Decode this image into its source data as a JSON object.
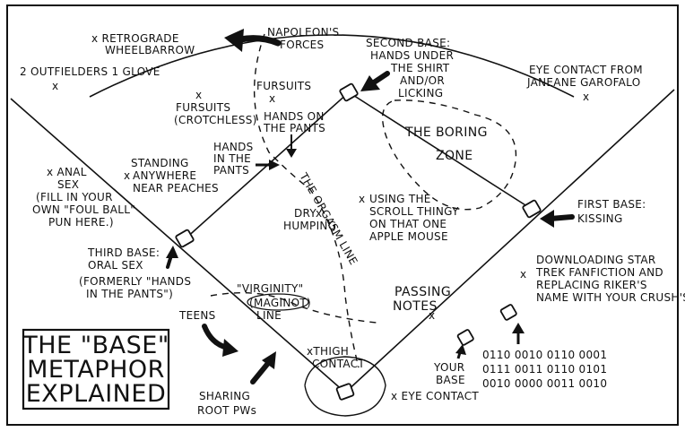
{
  "title": {
    "lines": [
      "THE \"BASE\"",
      "METAPHOR",
      "EXPLAINED"
    ]
  },
  "labels": {
    "retrograde": [
      "x RETROGRADE",
      "WHEELBARROW"
    ],
    "napoleon": [
      "NAPOLEON'S",
      "FORCES"
    ],
    "second_base": [
      "SECOND BASE:",
      "HANDS UNDER",
      "THE SHIRT",
      "AND/OR",
      "LICKING"
    ],
    "eye_contact_janeane": [
      "EYE CONTACT FROM",
      "JANEANE GAROFALO"
    ],
    "outfielders": "2 OUTFIELDERS 1 GLOVE",
    "fursuits_crotchless": [
      "FURSUITS",
      "(CROTCHLESS)"
    ],
    "fursuits": "FURSUITS",
    "hands_on_pants": [
      "HANDS ON",
      "THE PANTS"
    ],
    "hands_in_pants": [
      "HANDS",
      "IN THE",
      "PANTS"
    ],
    "boring_zone": [
      "THE BORING",
      "ZONE"
    ],
    "standing_peaches": [
      "STANDING",
      "ANYWHERE",
      "NEAR PEACHES"
    ],
    "anal": [
      "x ANAL",
      "SEX",
      "(FILL IN YOUR",
      "OWN \"FOUL BALL\"",
      "PUN HERE.)"
    ],
    "orgasm_line": "THE ORGASM LINE",
    "dry_humping": [
      "DRY",
      "HUMPING"
    ],
    "scroll_thingy": [
      "USING THE",
      "SCROLL THINGY",
      "ON THAT ONE",
      "APPLE MOUSE"
    ],
    "first_base": [
      "FIRST BASE:",
      "KISSING"
    ],
    "third_base": [
      "THIRD BASE:",
      "ORAL SEX",
      "(FORMERLY \"HANDS",
      "IN THE PANTS\")"
    ],
    "virginity": [
      "\"VIRGINITY\"",
      "(MAGINOT)",
      "LINE"
    ],
    "star_trek": [
      "DOWNLOADING STAR",
      "TREK FANFICTION AND",
      "REPLACING RIKER'S",
      "NAME WITH YOUR CRUSH'S."
    ],
    "passing_notes": [
      "PASSING",
      "NOTES"
    ],
    "teens": "TEENS",
    "thigh_contact": [
      "xTHIGH",
      "CONTACT"
    ],
    "your_base": [
      "YOUR",
      "BASE"
    ],
    "binary": [
      "0110 0010 0110 0001",
      "0111 0011 0110 0101",
      "0010 0000 0011 0010"
    ],
    "sharing_root": [
      "SHARING",
      "ROOT PWs"
    ],
    "eye_contact": "x EYE CONTACT"
  }
}
